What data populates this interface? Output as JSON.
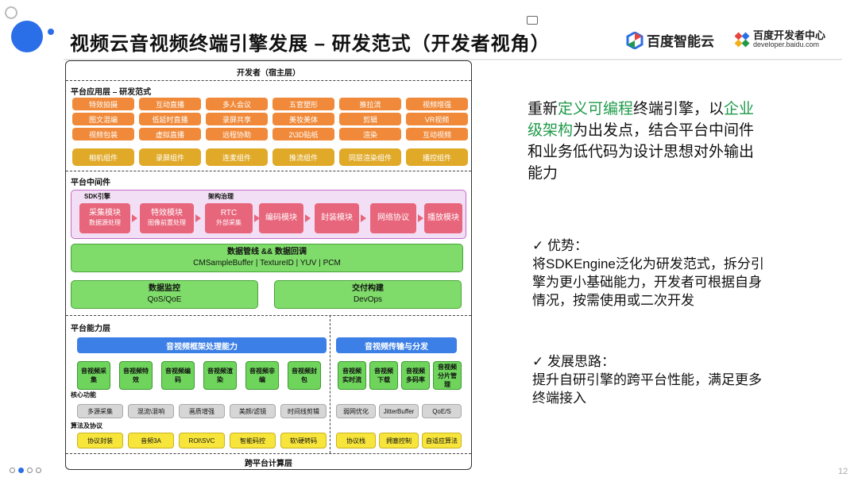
{
  "title": "视频云音视频终端引擎发展 – 研发范式（开发者视角）",
  "logos": {
    "cloud_name": "百度智能云",
    "dev_center_name": "百度开发者中心",
    "dev_center_url": "developer.baidu.com"
  },
  "diagram": {
    "top_header": "开发者（宿主层）",
    "app_layer": {
      "label": "平台应用层 – 研发范式",
      "pills": [
        "特效拍摄",
        "互动直播",
        "多人会议",
        "五官塑形",
        "推拉流",
        "视频增强",
        "图文混编",
        "低延时直播",
        "录屏共享",
        "美妆美体",
        "剪辑",
        "VR视频",
        "视频包装",
        "虚拟直播",
        "远程协助",
        "2\\3D贴纸",
        "渲染",
        "互动视频"
      ],
      "components": [
        "相机组件",
        "录屏组件",
        "连麦组件",
        "推流组件",
        "同层渲染组件",
        "播控组件"
      ]
    },
    "middleware": {
      "label": "平台中间件",
      "sdk_label": "SDK引擎",
      "arch_label": "架构治理",
      "modules": [
        {
          "title": "采集模块",
          "sub": "数据源处理"
        },
        {
          "title": "特效模块",
          "sub": "图像前置处理"
        },
        {
          "title": "RTC",
          "sub": "外部采集"
        },
        {
          "title": "编码模块",
          "sub": ""
        },
        {
          "title": "封装模块",
          "sub": ""
        },
        {
          "title": "网络协议",
          "sub": ""
        },
        {
          "title": "播放模块",
          "sub": ""
        }
      ],
      "pipeline_title": "数据管线 && 数据回调",
      "pipeline_sub": "CMSampleBuffer | TextureID | YUV | PCM",
      "monitor_title": "数据监控",
      "monitor_sub": "QoS/QoE",
      "delivery_title": "交付构建",
      "delivery_sub": "DevOps"
    },
    "capability": {
      "label": "平台能力层",
      "left_title": "音视频框架处理能力",
      "right_title": "音视频传输与分发",
      "left_boxes": [
        "音视频采集",
        "音视频特效",
        "音视频编码",
        "音视频渲染",
        "音视频非编",
        "音视频封包"
      ],
      "right_boxes": [
        "音视频实时流",
        "音视频下载",
        "音视频多码率",
        "音视频分片管理"
      ],
      "core_label": "核心功能",
      "core_left": [
        "多源采集",
        "混流\\混响",
        "画质增强",
        "美颜/滤镜",
        "时间线剪辑"
      ],
      "core_right": [
        "弱网优化",
        "JitterBuffer",
        "QoE/S"
      ],
      "algo_label": "算法及协议",
      "algo_left": [
        "协议封装",
        "音频3A",
        "ROI\\SVC",
        "智能码控",
        "软\\硬转码"
      ],
      "algo_right": [
        "协议栈",
        "拥塞控制",
        "自适应算法"
      ]
    },
    "bottom_footer": "跨平台计算层"
  },
  "right": {
    "para": [
      {
        "t": "重新",
        "h": false
      },
      {
        "t": "定义可编程",
        "h": true
      },
      {
        "t": "终端引擎，以",
        "h": false
      },
      {
        "t": "企业级架构",
        "h": true
      },
      {
        "t": "为出发点，结合平台中间件和业务低代码为设计思想对外输出能力",
        "h": false
      }
    ],
    "adv_title": "✓  优势：",
    "adv_body": "将SDKEngine泛化为研发范式，拆分引擎为更小基础能力，开发者可根据自身情况，按需使用或二次开发",
    "dev_title": "✓  发展思路：",
    "dev_body": "提升自研引擎的跨平台性能，满足更多终端接入"
  },
  "page_number": "12",
  "colors": {
    "accent": "#2a6ee8",
    "highlight": "#1f9a4a"
  }
}
